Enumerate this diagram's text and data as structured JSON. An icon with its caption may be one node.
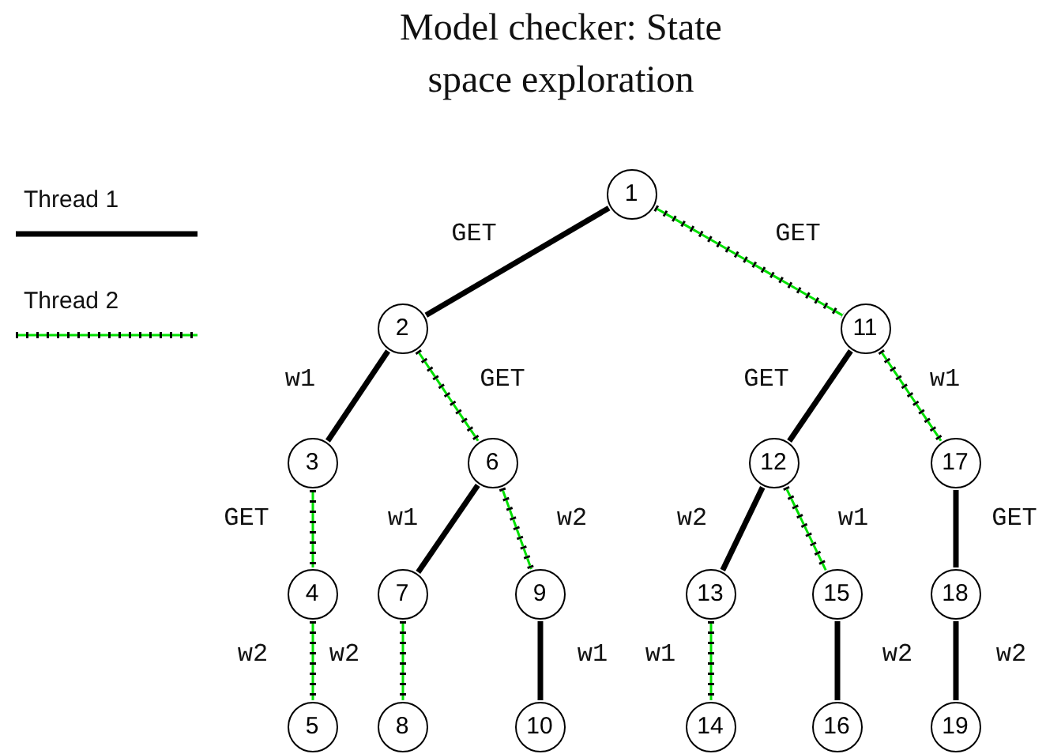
{
  "diagram": {
    "title": "Model checker: State space exploration",
    "nodes": [
      {
        "text": [
          "1"
        ]
      },
      {
        "text": [
          "2"
        ]
      },
      {
        "text": [
          "11"
        ]
      },
      {
        "text": [
          "3"
        ]
      },
      {
        "text": [
          "6"
        ]
      },
      {
        "text": [
          "12"
        ]
      },
      {
        "text": [
          "17"
        ]
      },
      {
        "text": [
          "4"
        ]
      },
      {
        "text": [
          "7"
        ]
      },
      {
        "text": [
          "9"
        ]
      },
      {
        "text": [
          "13"
        ]
      },
      {
        "text": [
          "15"
        ]
      },
      {
        "text": [
          "18"
        ]
      },
      {
        "text": [
          "5"
        ]
      },
      {
        "text": [
          "8"
        ]
      },
      {
        "text": [
          "10"
        ]
      },
      {
        "text": [
          "14"
        ]
      },
      {
        "text": [
          "16"
        ]
      },
      {
        "text": [
          "19"
        ]
      }
    ],
    "edges": [
      {
        "from": 0,
        "to": 1,
        "arrow": "none",
        "label": "GET",
        "style": "thick"
      },
      {
        "from": 0,
        "to": 2,
        "arrow": "none",
        "label": "GET",
        "style": "dashed",
        "color": "#00e000"
      },
      {
        "from": 1,
        "to": 3,
        "arrow": "none",
        "label": "w1",
        "style": "thick"
      },
      {
        "from": 1,
        "to": 4,
        "arrow": "none",
        "label": "GET",
        "style": "dashed",
        "color": "#00e000"
      },
      {
        "from": 2,
        "to": 5,
        "arrow": "none",
        "label": "GET",
        "style": "thick"
      },
      {
        "from": 2,
        "to": 6,
        "arrow": "none",
        "label": "w1",
        "style": "dashed",
        "color": "#00e000"
      },
      {
        "from": 3,
        "to": 7,
        "arrow": "none",
        "label": "GET",
        "style": "dashed",
        "color": "#00e000"
      },
      {
        "from": 4,
        "to": 8,
        "arrow": "none",
        "label": "w1",
        "style": "thick"
      },
      {
        "from": 4,
        "to": 9,
        "arrow": "none",
        "label": "w2",
        "style": "dashed",
        "color": "#00e000"
      },
      {
        "from": 5,
        "to": 10,
        "arrow": "none",
        "label": "w2",
        "style": "thick"
      },
      {
        "from": 5,
        "to": 11,
        "arrow": "none",
        "label": "w1",
        "style": "dashed",
        "color": "#00e000"
      },
      {
        "from": 6,
        "to": 12,
        "arrow": "none",
        "label": "GET",
        "style": "thick"
      },
      {
        "from": 7,
        "to": 13,
        "arrow": "none",
        "label": "w2",
        "style": "dashed",
        "color": "#00e000"
      },
      {
        "from": 8,
        "to": 14,
        "arrow": "none",
        "label": "w2",
        "style": "dashed",
        "color": "#00e000"
      },
      {
        "from": 9,
        "to": 15,
        "arrow": "none",
        "label": "w1",
        "style": "thick"
      },
      {
        "from": 10,
        "to": 16,
        "arrow": "none",
        "label": "w1",
        "style": "dashed",
        "color": "#00e000"
      },
      {
        "from": 11,
        "to": 17,
        "arrow": "none",
        "label": "w2",
        "style": "thick"
      },
      {
        "from": 12,
        "to": 18,
        "arrow": "none",
        "label": "w2",
        "style": "thick"
      }
    ],
    "legend": [
      {
        "text": "Thread 1"
      },
      {
        "text": "Thread 2"
      }
    ]
  }
}
